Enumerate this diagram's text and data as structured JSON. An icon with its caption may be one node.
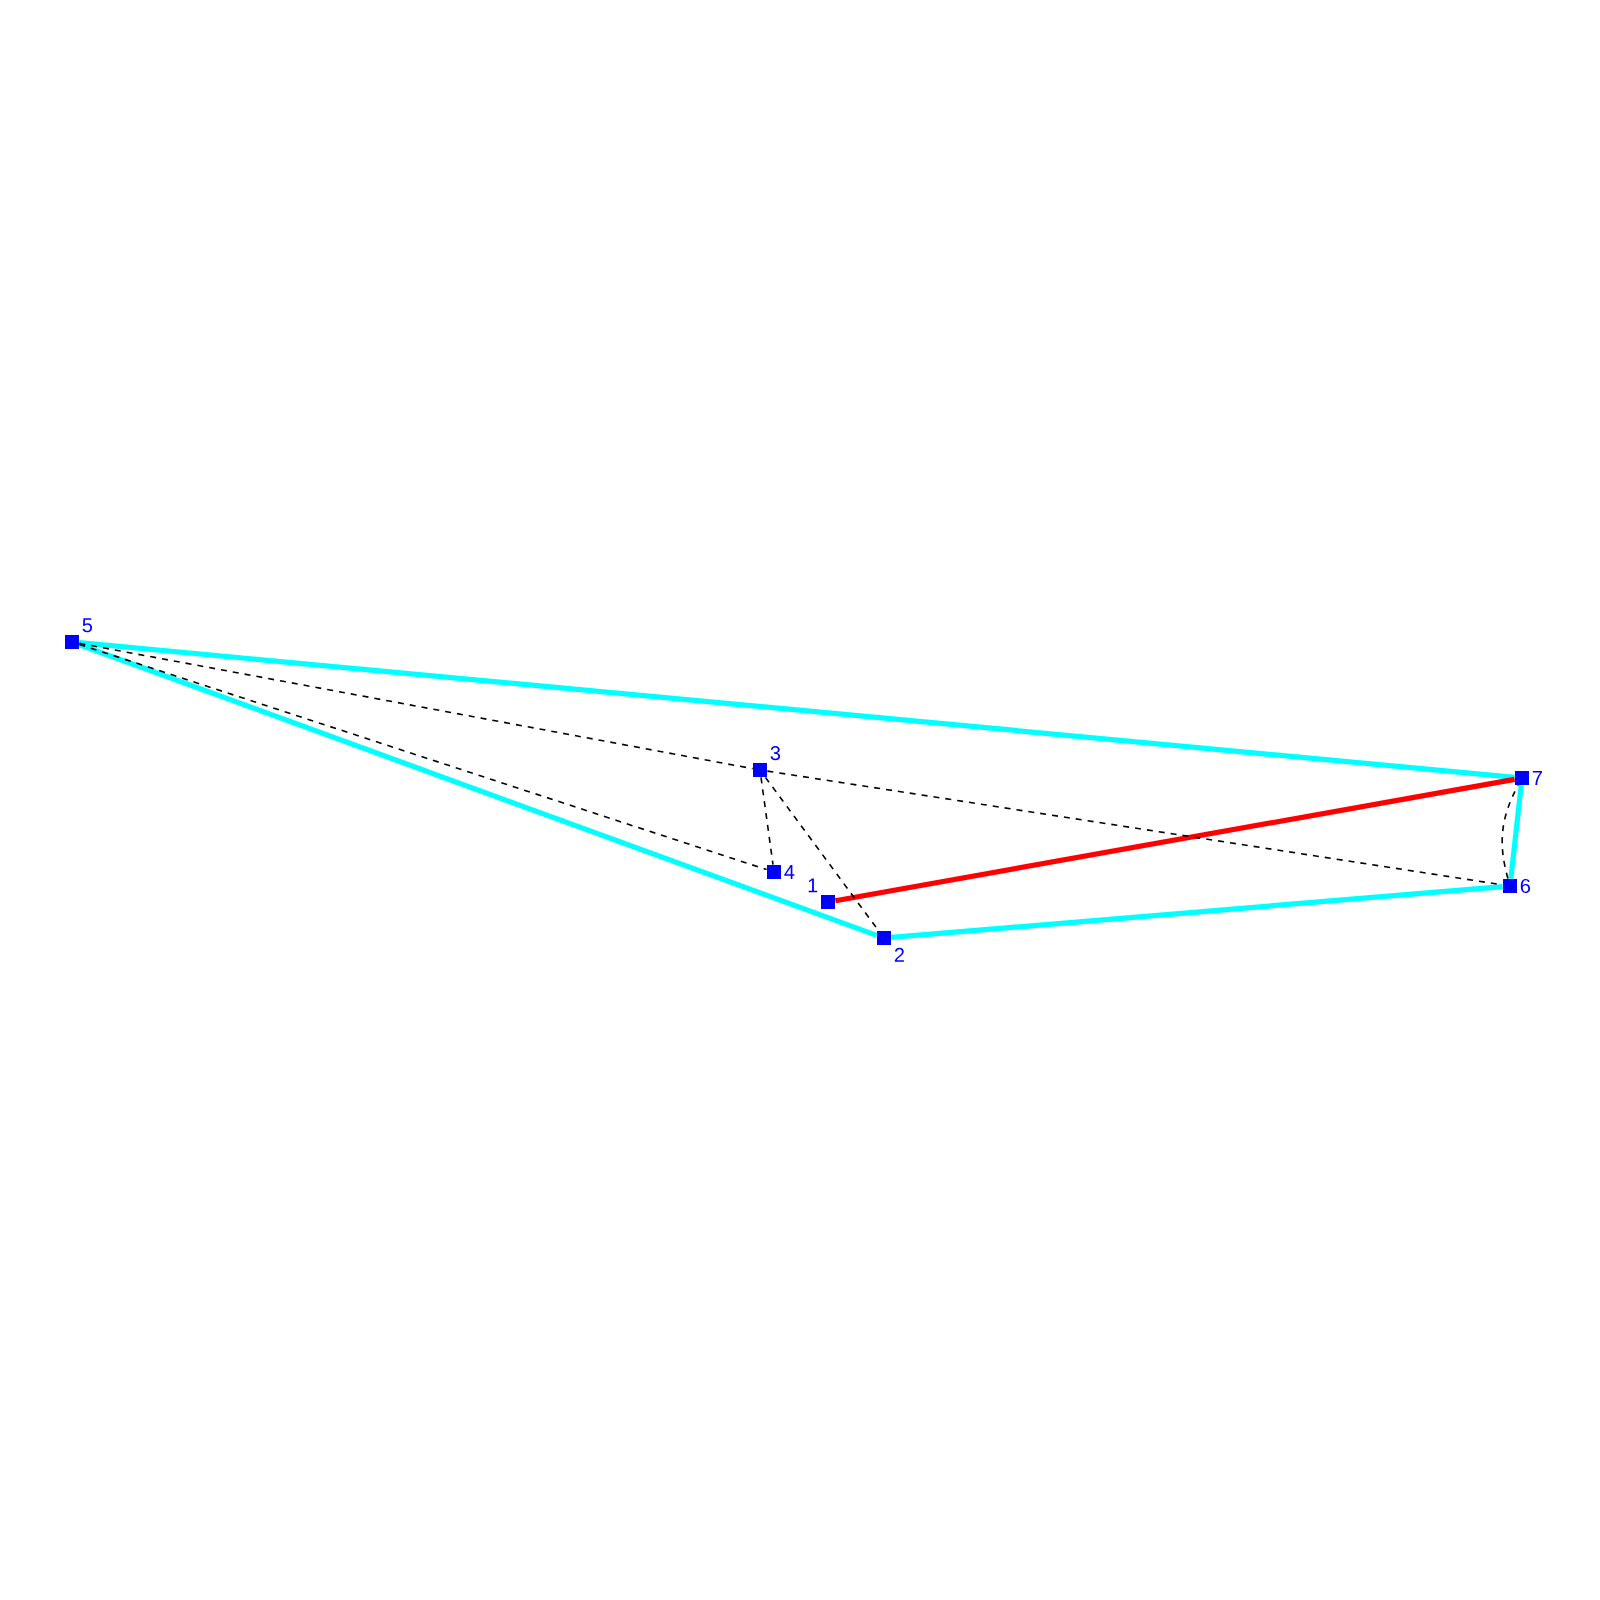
{
  "diagram": {
    "nodes": [
      {
        "text": [],
        "shape": "box",
        "beside": [
          "1"
        ]
      },
      {
        "text": [],
        "shape": "box",
        "beside": [
          "2"
        ]
      },
      {
        "text": [],
        "shape": "box",
        "beside": [
          "3"
        ]
      },
      {
        "text": [],
        "shape": "box",
        "beside": [
          "4"
        ]
      },
      {
        "text": [],
        "shape": "box",
        "beside": [
          "5"
        ]
      },
      {
        "text": [],
        "shape": "box",
        "beside": [
          "6"
        ]
      },
      {
        "text": [],
        "shape": "box",
        "beside": [
          "7"
        ]
      }
    ],
    "edges": [
      {
        "from": 4,
        "to": 6,
        "arrow": "none",
        "style": "thick",
        "color": "#00ffff"
      },
      {
        "from": 4,
        "to": 1,
        "arrow": "none",
        "style": "thick",
        "color": "#00ffff"
      },
      {
        "from": 1,
        "to": 5,
        "arrow": "none",
        "style": "thick",
        "color": "#00ffff"
      },
      {
        "from": 5,
        "to": 6,
        "arrow": "none",
        "style": "thick",
        "color": "#00ffff"
      },
      {
        "from": 0,
        "to": 6,
        "arrow": "none",
        "style": "thick",
        "color": "#ff0000"
      },
      {
        "from": 4,
        "to": 2,
        "arrow": "none",
        "style": "dashed"
      },
      {
        "from": 2,
        "to": 5,
        "arrow": "none",
        "style": "dashed"
      },
      {
        "from": 4,
        "to": 3,
        "arrow": "none",
        "style": "dashed"
      },
      {
        "from": 2,
        "to": 3,
        "arrow": "none",
        "style": "dashed"
      },
      {
        "from": 2,
        "to": 1,
        "arrow": "none",
        "style": "dashed"
      },
      {
        "from": 5,
        "to": 6,
        "arrow": "none",
        "style": "dashed"
      }
    ]
  }
}
